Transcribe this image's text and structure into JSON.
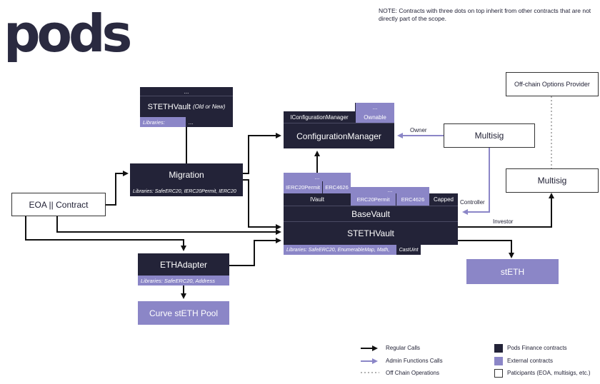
{
  "logo": "pods",
  "note": "NOTE: Contracts with three dots on top inherit from other contracts that are not directly part of the scope.",
  "nodes": {
    "stethvault_old": {
      "dots": "...",
      "title": "STETHVault",
      "title_suffix": "(Old or New)",
      "libraries": "Libraries:",
      "libraries_more": "..."
    },
    "migration": {
      "title": "Migration",
      "libraries": "Libraries: SafeERC20, IERC20Permit, IERC20"
    },
    "eoa": {
      "title": "EOA || Contract"
    },
    "ethadapter": {
      "title": "ETHAdapter",
      "libraries": "Libraries: SafeERC20, Address"
    },
    "curve": {
      "title": "Curve stETH Pool"
    },
    "config": {
      "iconfig": "IConfigurationManager",
      "ownable_dots": "...",
      "ownable": "Ownable",
      "title": "ConfigurationManager"
    },
    "multisig_owner": {
      "title": "Multisig"
    },
    "offchain": {
      "title": "Off-chain Options Provider"
    },
    "multisig_investor": {
      "title": "Multisig"
    },
    "vault_stack": {
      "ierc20permit_dots": "...",
      "ierc20permit": "IERC20Permit",
      "erc4626_a": "ERC4626",
      "erc20permit_dots": "...",
      "erc20permit": "ERC20Permit",
      "erc4626_b": "ERC4626",
      "capped": "Capped",
      "ivault": "IVault",
      "basevault": "BaseVault",
      "stethvault": "STETHVault",
      "libraries": "Libraries: SafeERC20, EnumerableMap, Math,",
      "castuint": "CastUint"
    },
    "steth": {
      "title": "stETH"
    }
  },
  "edge_labels": {
    "owner": "Owner",
    "controller": "Controller",
    "investor": "Investor"
  },
  "legend": {
    "regular": "Regular Calls",
    "admin": "Admin Functions Calls",
    "offchain": "Off Chain Operations",
    "pods": "Pods Finance contracts",
    "external": "External contracts",
    "participants": "Paticipants (EOA, multisigs, etc.)"
  },
  "colors": {
    "dark": "#232338",
    "purple": "#8b86c7",
    "admin_arrow": "#8b86c7",
    "offchain_dots": "#999999"
  }
}
